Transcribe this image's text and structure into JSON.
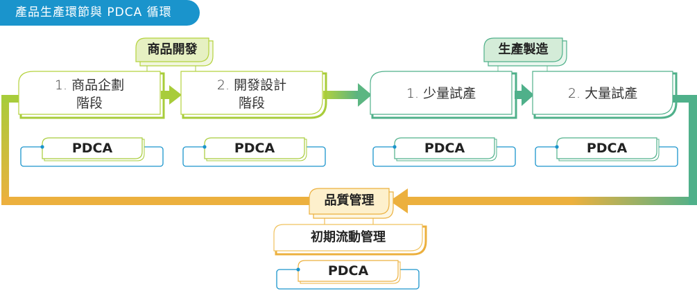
{
  "title": "產品生產環節與 PDCA 循環",
  "colors": {
    "title_bg": "#1a94cc",
    "dev_green": "#a8cc3a",
    "dev_tag_fill": "#e6f0c2",
    "prod_teal": "#4fb08a",
    "prod_tag_fill": "#d4ecd8",
    "qc_orange": "#ecb03e",
    "qc_tag_fill": "#fdf0cc",
    "pdca_border": "#1a94cc"
  },
  "groups": [
    {
      "tag": "商品開發",
      "stages": [
        {
          "label_line1": "1. 商品企劃",
          "label_line2": "階段",
          "pdca": "PDCA"
        },
        {
          "label_line1": "2. 開發設計",
          "label_line2": "階段",
          "pdca": "PDCA"
        }
      ]
    },
    {
      "tag": "生產製造",
      "stages": [
        {
          "label_line1": "1. 少量試產",
          "label_line2": "",
          "pdca": "PDCA"
        },
        {
          "label_line1": "2. 大量試產",
          "label_line2": "",
          "pdca": "PDCA"
        }
      ]
    },
    {
      "tag": "品質管理",
      "stages": [
        {
          "label_line1": "初期流動管理",
          "label_line2": "",
          "pdca": "PDCA"
        }
      ]
    }
  ]
}
